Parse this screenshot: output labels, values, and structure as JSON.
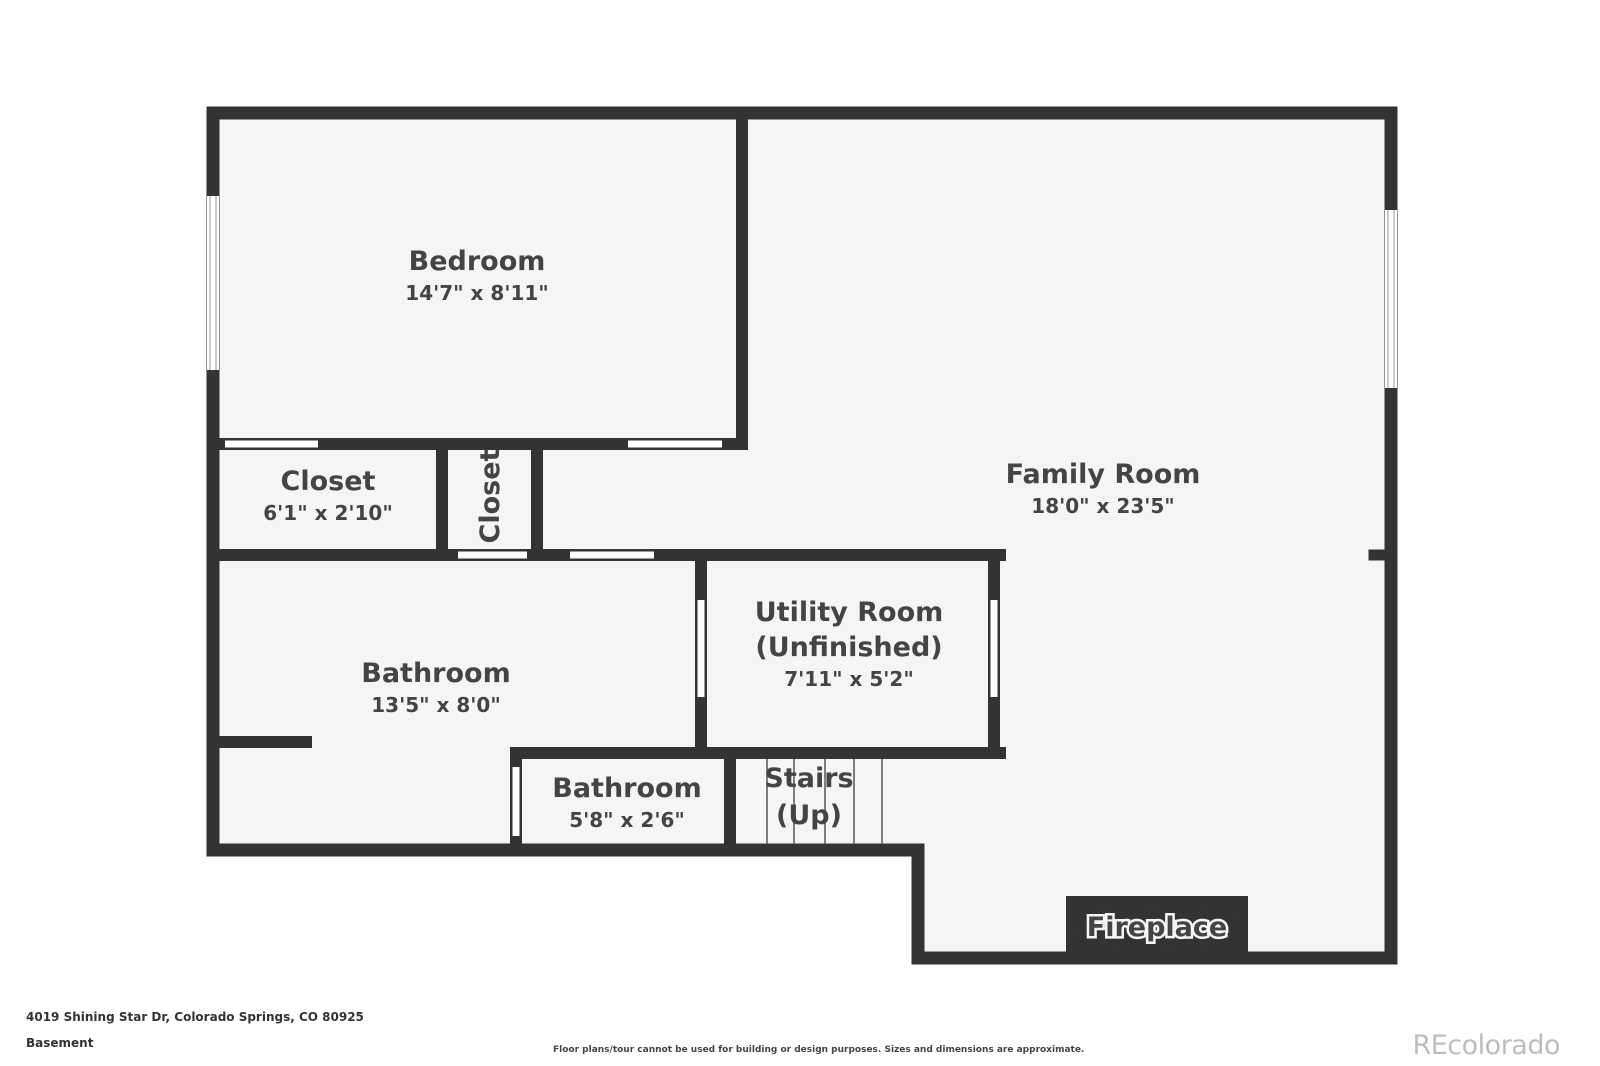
{
  "rooms": {
    "bedroom": {
      "name": "Bedroom",
      "dims": "14'7\" x 8'11\""
    },
    "family_room": {
      "name": "Family Room",
      "dims": "18'0\" x 23'5\""
    },
    "closet_1": {
      "name": "Closet",
      "dims": "6'1\" x 2'10\""
    },
    "closet_2": {
      "name": "Closet"
    },
    "bathroom_1": {
      "name": "Bathroom",
      "dims": "13'5\" x 8'0\""
    },
    "utility_room": {
      "name_line1": "Utility Room",
      "name_line2": "(Unfinished)",
      "dims": "7'11\" x 5'2\""
    },
    "bathroom_2": {
      "name": "Bathroom",
      "dims": "5'8\" x 2'6\""
    },
    "stairs": {
      "name_line1": "Stairs",
      "name_line2": "(Up)"
    },
    "fireplace": {
      "name": "Fireplace"
    }
  },
  "footer": {
    "address": "4019 Shining Star Dr, Colorado Springs, CO 80925",
    "level": "Basement",
    "disclaimer": "Floor plans/tour cannot be used for building or design purposes. Sizes and dimensions are approximate.",
    "brand": "REcolorado"
  },
  "colors": {
    "wall": "#333333",
    "floor": "#f5f5f5",
    "text": "#444444",
    "brand": "#bdbdbd"
  }
}
